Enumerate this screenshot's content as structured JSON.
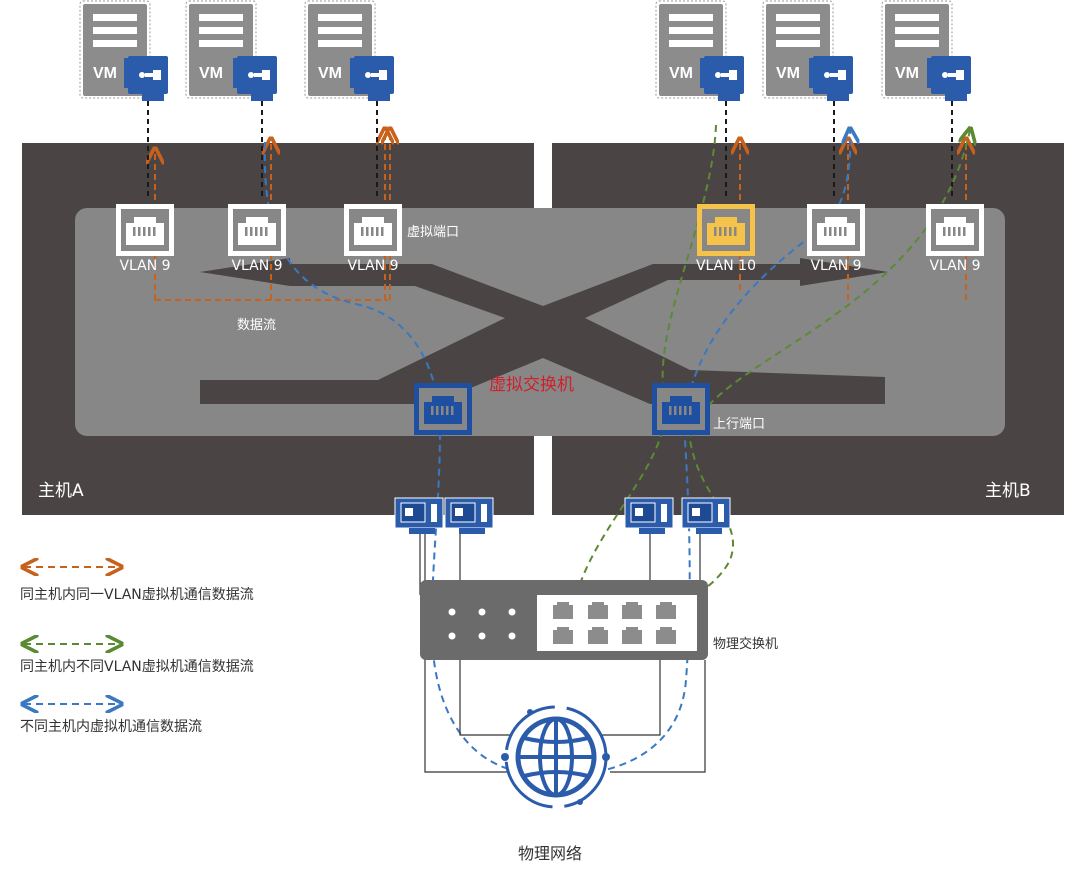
{
  "hosts": {
    "a": {
      "label": "主机A"
    },
    "b": {
      "label": "主机B"
    }
  },
  "vm_label": "VM",
  "ports_a": [
    {
      "vlan": "VLAN 9",
      "style": "white"
    },
    {
      "vlan": "VLAN 9",
      "style": "white"
    },
    {
      "vlan": "VLAN 9",
      "style": "white"
    }
  ],
  "ports_b": [
    {
      "vlan": "VLAN 10",
      "style": "yellow"
    },
    {
      "vlan": "VLAN 9",
      "style": "white"
    },
    {
      "vlan": "VLAN 9",
      "style": "white"
    }
  ],
  "labels": {
    "virtual_port": "虚拟端口",
    "data_flow": "数据流",
    "virtual_switch": "虚拟交换机",
    "uplink_port": "上行端口",
    "physical_switch": "物理交换机",
    "physical_network": "物理网络"
  },
  "legend": [
    {
      "text": "同主机内同一VLAN虚拟机通信数据流",
      "color": "#c8611c"
    },
    {
      "text": "同主机内不同VLAN虚拟机通信数据流",
      "color": "#5b8a34"
    },
    {
      "text": "不同主机内虚拟机通信数据流",
      "color": "#3a78c2"
    }
  ],
  "colors": {
    "host_bg": "#4a4544",
    "switch_plane": "#878787",
    "nic_blue": "#2b5bab",
    "uplink_blue": "#1f4fa0",
    "accent_red": "#d0202a",
    "port_yellow": "#f5c24a",
    "flow_orange": "#c8611c",
    "flow_green": "#5b8a34",
    "flow_blue": "#3a78c2"
  }
}
